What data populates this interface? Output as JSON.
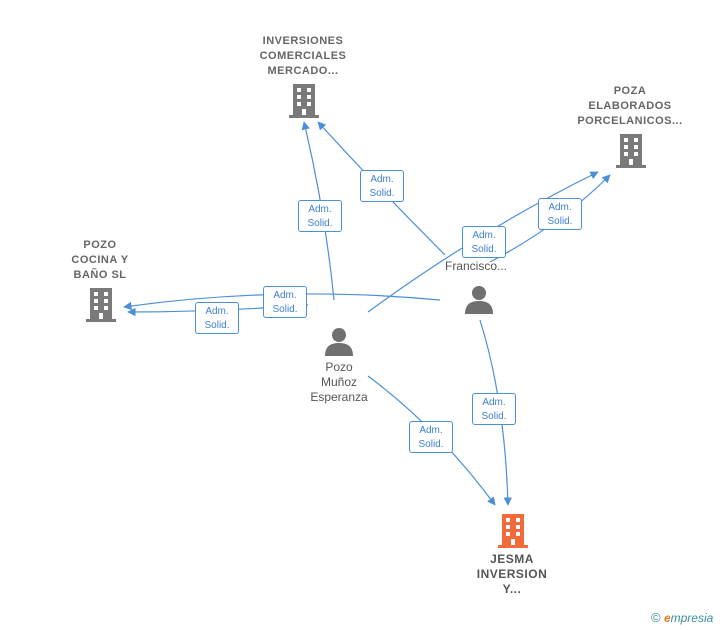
{
  "companies": {
    "inversiones": "INVERSIONES\nCOMERCIALES\nMERCADO...",
    "poza": "POZA\nELABORADOS\nPORCELANICOS...",
    "pozo_cocina": "POZO\nCOCINA Y\nBAÑO SL",
    "jesma": "JESMA\nINVERSION\nY..."
  },
  "persons": {
    "pozo_munoz": "Pozo\nMuñoz\nEsperanza",
    "francisco": "M...\nFrancisco..."
  },
  "edge_label": {
    "line1": "Adm.",
    "line2": "Solid."
  },
  "colors": {
    "edge": "#4a8fd8",
    "company_icon": "#7a7a7a",
    "main_company_icon": "#f26b3a",
    "person_icon": "#707070"
  },
  "brand": {
    "copyright": "©",
    "e": "e",
    "rest": "mpresia"
  }
}
